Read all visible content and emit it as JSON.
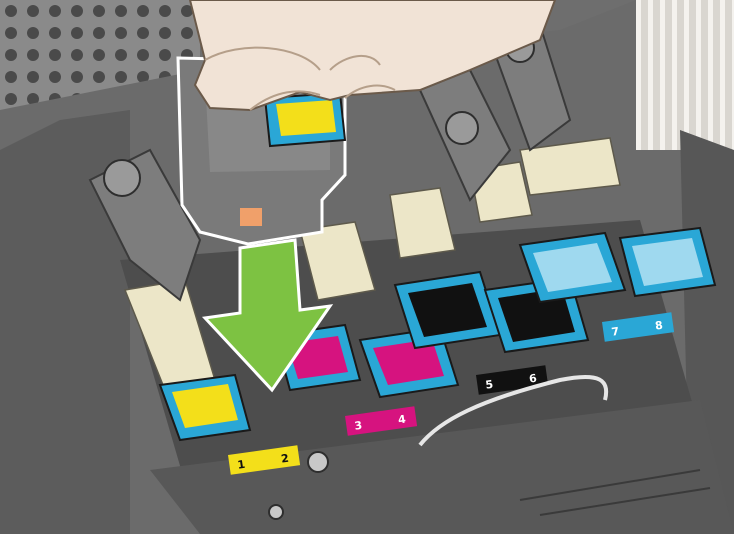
{
  "scene": {
    "colors": {
      "printer_body": "#6e6e6e",
      "printer_dark": "#3f3f3f",
      "printer_light": "#8c8c8c",
      "cream_latch": "#ece6c8",
      "printhead_blue": "#2aa7d6",
      "yellow": "#f3df1a",
      "magenta": "#d6137f",
      "black": "#111111",
      "cyan": "#2aa7d6",
      "arrow_green": "#7dc242",
      "skin": "#f1e3d6"
    },
    "icons": [
      "down-arrow-icon",
      "hand-icon",
      "printhead-icon"
    ],
    "slot_labels": [
      {
        "left": "1",
        "right": "2",
        "color": "#f3df1a",
        "text_color": "#111111"
      },
      {
        "left": "3",
        "right": "4",
        "color": "#d6137f",
        "text_color": "#ffffff"
      },
      {
        "left": "5",
        "right": "6",
        "color": "#111111",
        "text_color": "#ffffff"
      },
      {
        "left": "7",
        "right": "8",
        "color": "#2aa7d6",
        "text_color": "#ffffff"
      }
    ]
  }
}
